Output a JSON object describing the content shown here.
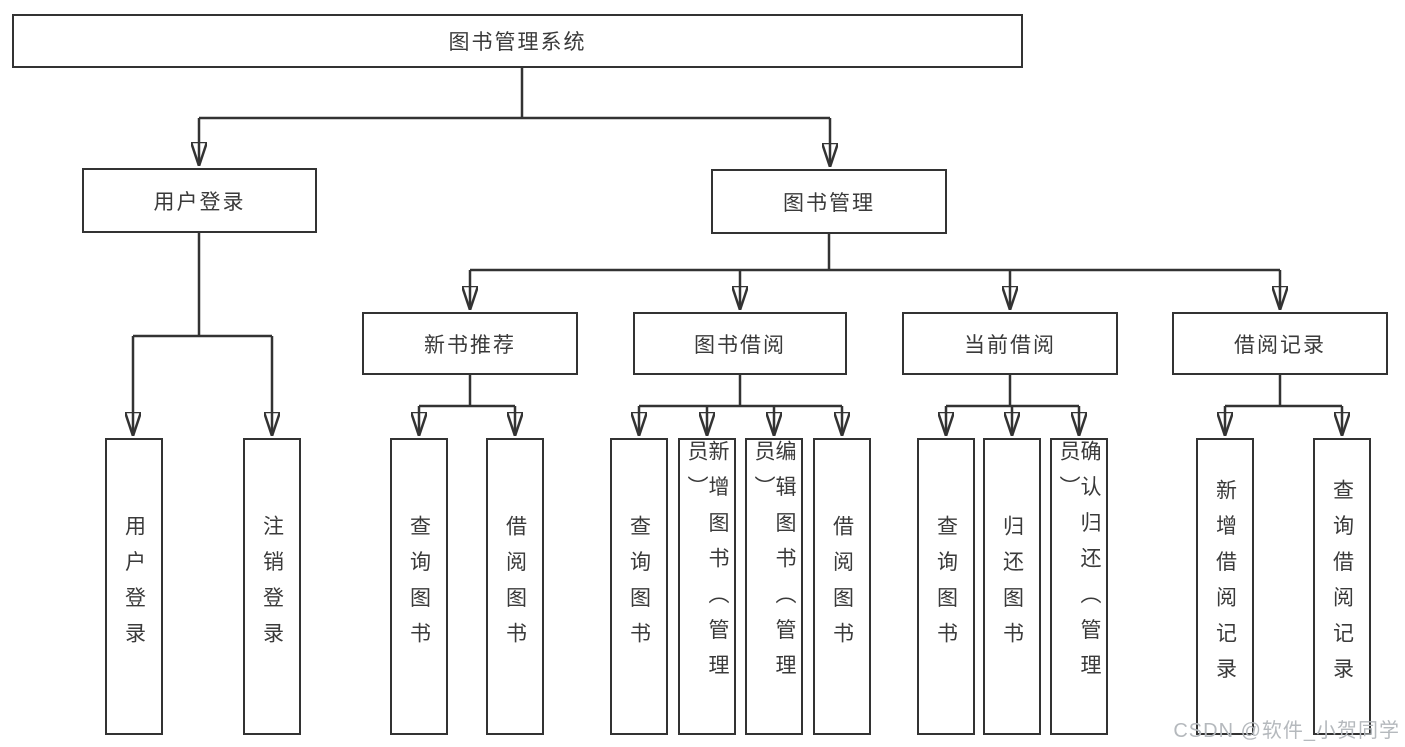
{
  "diagram_type": "hierarchy-tree",
  "tree": {
    "label": "图书管理系统",
    "children": [
      {
        "label": "用户登录",
        "children": [
          {
            "label": "用户登录"
          },
          {
            "label": "注销登录"
          }
        ]
      },
      {
        "label": "图书管理",
        "children": [
          {
            "label": "新书推荐",
            "children": [
              {
                "label": "查询图书"
              },
              {
                "label": "借阅图书"
              }
            ]
          },
          {
            "label": "图书借阅",
            "children": [
              {
                "label": "查询图书"
              },
              {
                "label": "新增图书（管理员）"
              },
              {
                "label": "编辑图书（管理员）"
              },
              {
                "label": "借阅图书"
              }
            ]
          },
          {
            "label": "当前借阅",
            "children": [
              {
                "label": "查询图书"
              },
              {
                "label": "归还图书"
              },
              {
                "label": "确认归还（管理员）"
              }
            ]
          },
          {
            "label": "借阅记录",
            "children": [
              {
                "label": "新增借阅记录"
              },
              {
                "label": "查询借阅记录"
              }
            ]
          }
        ]
      }
    ]
  },
  "watermark": {
    "text": "CSDN @软件_小贺同学"
  },
  "colors": {
    "line": "#333333",
    "box_border": "#333333",
    "box_background": "#ffffff",
    "text": "#3a3a3a",
    "watermark": "#b5b9bd"
  }
}
